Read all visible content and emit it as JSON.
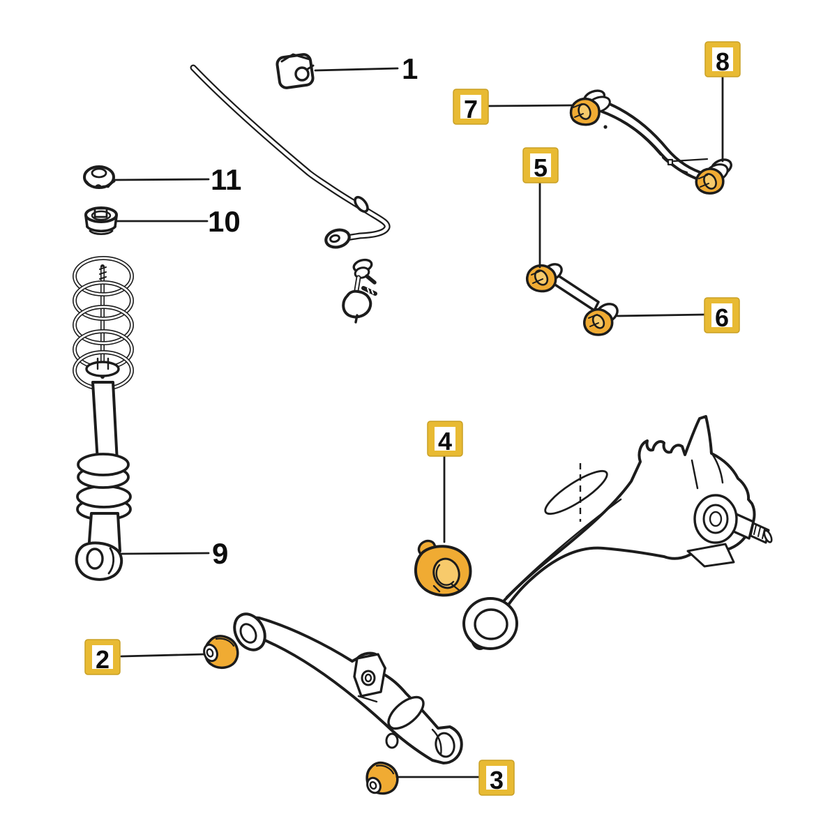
{
  "colors": {
    "background": "#ffffff",
    "line": "#1c1c1c",
    "callout_box_gold": "#e8ba33",
    "callout_box_gold_dark": "#c9a024",
    "callout_box_inner": "#ffffff",
    "label_text": "#0d0d0d",
    "bushing_gold": "#f0ab33",
    "bushing_gold_light": "#f7ca6b"
  },
  "callouts": {
    "n1": {
      "number": "1",
      "style": "plain"
    },
    "n2": {
      "number": "2",
      "style": "boxed"
    },
    "n3": {
      "number": "3",
      "style": "boxed"
    },
    "n4": {
      "number": "4",
      "style": "boxed"
    },
    "n5": {
      "number": "5",
      "style": "boxed"
    },
    "n6": {
      "number": "6",
      "style": "boxed"
    },
    "n7": {
      "number": "7",
      "style": "boxed"
    },
    "n8": {
      "number": "8",
      "style": "boxed"
    },
    "n9": {
      "number": "9",
      "style": "plain"
    },
    "n10": {
      "number": "10",
      "style": "plain"
    },
    "n11": {
      "number": "11",
      "style": "plain"
    }
  }
}
